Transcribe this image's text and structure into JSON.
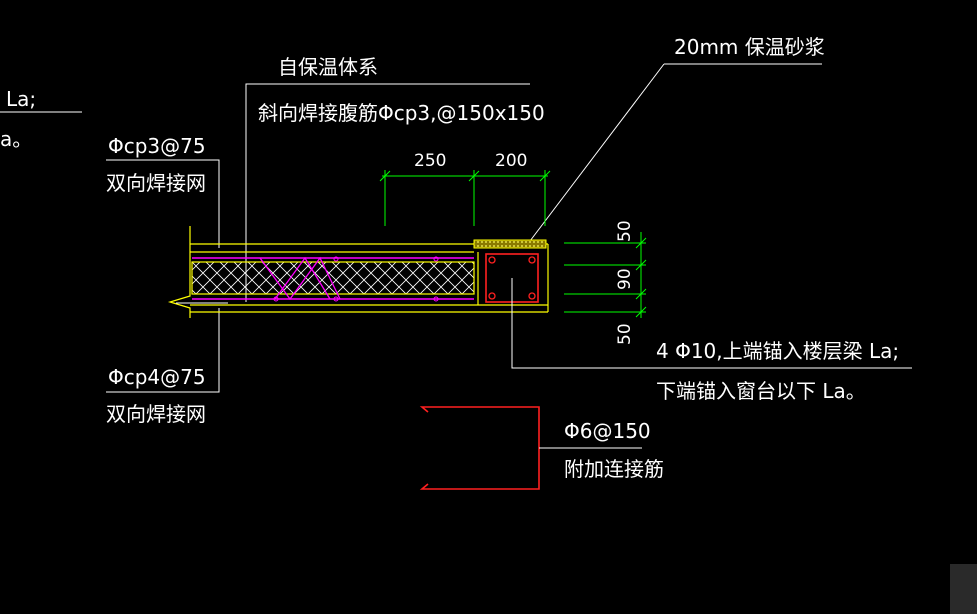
{
  "colors": {
    "background": "#000000",
    "text": "#ffffff",
    "leader": "#ffffff",
    "wall": "#ffff00",
    "rebar": "#ff00ff",
    "stirrup": "#ff2020",
    "dimension": "#00ff00",
    "mortar": "#ffff00"
  },
  "labels": {
    "self_insulation": "自保温体系",
    "diagonal_rebar": "斜向焊接腹筋Φcp3,@150x150",
    "mortar_20mm": "20mm 保温砂浆",
    "mesh_top_spec": "Φcp3@75",
    "mesh_top_desc": "双向焊接网",
    "mesh_bottom_spec": "Φcp4@75",
    "mesh_bottom_desc": "双向焊接网",
    "anchor_line1": "4 Φ10,上端锚入楼层梁 La;",
    "anchor_line2": "下端锚入窗台以下 La。",
    "connect_spec": "Φ6@150",
    "connect_desc": "附加连接筋",
    "edge_top": "La;",
    "edge_bottom": "a。"
  },
  "dimensions": {
    "horizontal": [
      "250",
      "200"
    ],
    "vertical": [
      "50",
      "90",
      "50"
    ]
  }
}
